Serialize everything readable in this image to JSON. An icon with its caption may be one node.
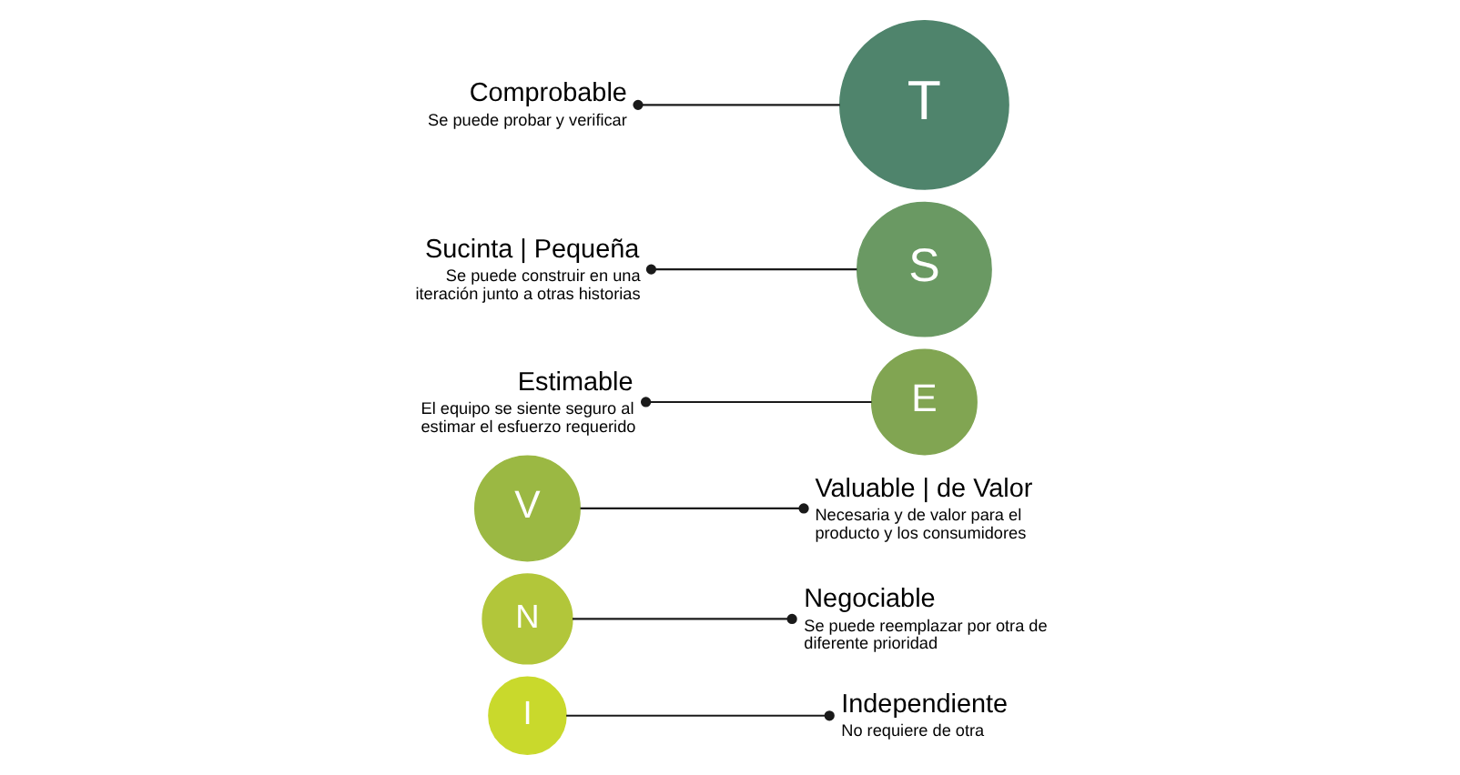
{
  "diagram": {
    "nodes": [
      {
        "text": [
          "I"
        ]
      },
      {
        "text": [
          "N"
        ]
      },
      {
        "text": [
          "V"
        ]
      },
      {
        "text": [
          "E"
        ]
      },
      {
        "text": [
          "S"
        ]
      },
      {
        "text": [
          "T"
        ]
      },
      {
        "text": [
          "Independiente",
          "No requiere de otra"
        ]
      },
      {
        "text": [
          "Negociable",
          "Se puede reemplazar por otra de diferente prioridad"
        ]
      },
      {
        "text": [
          "Valuable | de Valor",
          "Necesaria y de valor para el producto y los consumidores"
        ]
      },
      {
        "text": [
          "Estimable",
          "El equipo se siente seguro al estimar el esfuerzo requerido"
        ]
      },
      {
        "text": [
          "Sucinta | Pequeña",
          "Se puede construir en una iteración junto a otras historias"
        ]
      },
      {
        "text": [
          "Comprobable",
          "Se puede probar y verificar"
        ]
      }
    ],
    "edges": [
      {
        "from": 0,
        "to": 6,
        "arrow": "other"
      },
      {
        "from": 1,
        "to": 7,
        "arrow": "other"
      },
      {
        "from": 2,
        "to": 8,
        "arrow": "other"
      },
      {
        "from": 3,
        "to": 9,
        "arrow": "other"
      },
      {
        "from": 4,
        "to": 10,
        "arrow": "other"
      },
      {
        "from": 5,
        "to": 11,
        "arrow": "other"
      }
    ]
  }
}
